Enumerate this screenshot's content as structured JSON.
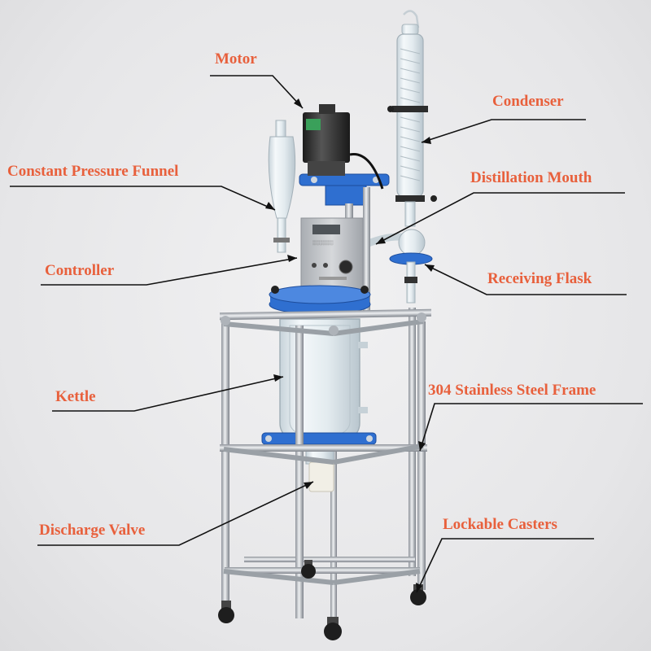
{
  "labels": {
    "motor": "Motor",
    "condenser": "Condenser",
    "constant_pressure_funnel": "Constant Pressure Funnel",
    "distillation_mouth": "Distillation Mouth",
    "controller": "Controller",
    "receiving_flask": "Receiving Flask",
    "kettle": "Kettle",
    "frame": "304 Stainless Steel Frame",
    "discharge_valve": "Discharge Valve",
    "lockable_casters": "Lockable Casters"
  },
  "colors": {
    "label": "#e8603c",
    "leader": "#111111",
    "steel": "#b8bcc2",
    "flange_blue": "#2f6fd0",
    "motor_black": "#2a2a2a",
    "controller_gray": "#b9bcc0",
    "glass": "#dfe9ee"
  }
}
